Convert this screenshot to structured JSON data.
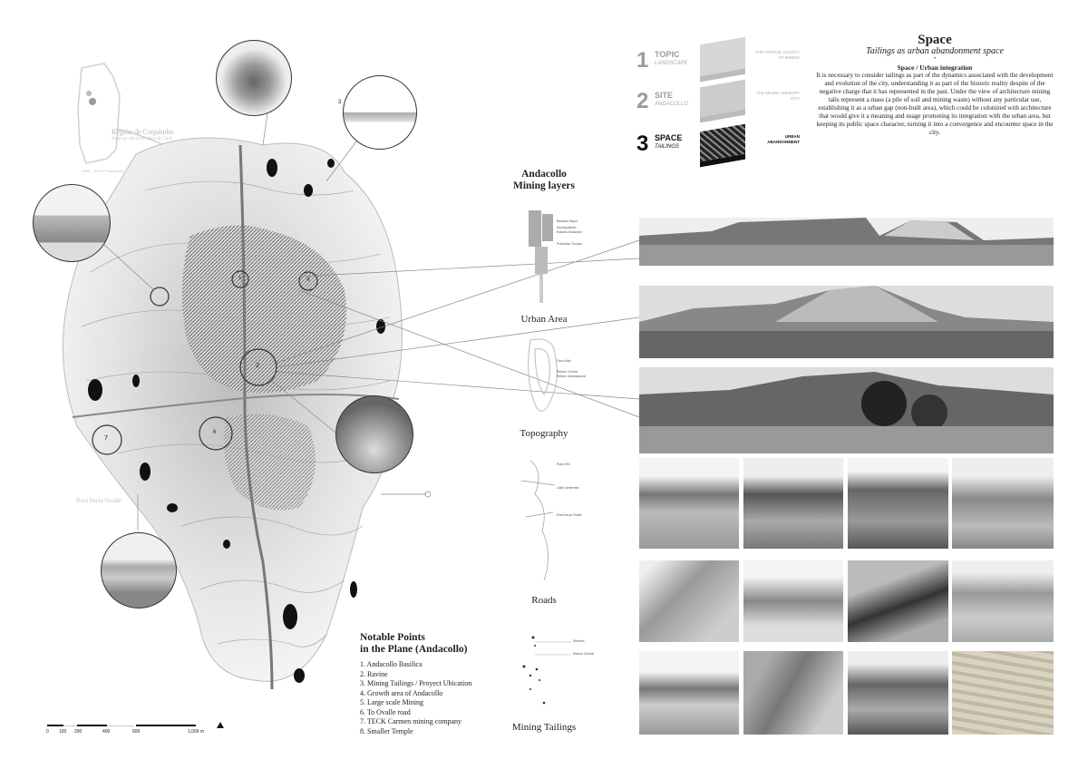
{
  "space_panel": {
    "title": "Space",
    "subtitle": "Tailings as urban abandonment space",
    "section_heading": "Space / Urban integration",
    "body": "It is necessary to consider tailings as part of the dynamics associated with the development and evolution of the city, understanding it as part of the historic reality despite of the negative charge that it has represented in the past. Under the view of architecture mining talis represent a mass (a pile of soil and mining waste) without any particular use, establishing it as a urban gap (non-built area), which could be colonized with architecture that would give it a meaning and usage promoting its integration with the urban area, but keeping its public space character, turning it into a convergence and encounter space in the city."
  },
  "topics": [
    {
      "num": "1",
      "title": "TOPIC",
      "sub": "LANDSCAPE",
      "right": "THE FATEFUL LEGACY OF MINING",
      "color": "#9a9a9a"
    },
    {
      "num": "2",
      "title": "SITE",
      "sub": "ANDACOLLO",
      "right": "THE MINING MEMORY CITY",
      "color": "#9a9a9a"
    },
    {
      "num": "3",
      "title": "SPACE",
      "sub": "TAILINGS",
      "right": "URBAN ABANDONMENT",
      "color": "#111111"
    }
  ],
  "layers": {
    "title_line1": "Andacollo",
    "title_line2": "Mining layers",
    "items": [
      {
        "label": "Urban Area",
        "annotations": [
          "Basílica Mayor",
          "Municipalidad",
          "Estadio Andacollo",
          "Población Tucapa"
        ]
      },
      {
        "label": "Topography",
        "annotations": [
          "Cerro Alto",
          "Relave Central",
          "Relave Internacional"
        ]
      },
      {
        "label": "Roads",
        "annotations": [
          "Ruta D51",
          "Calle Urmeneta",
          "Ruta hacia Ovalle"
        ]
      },
      {
        "label": "Mining Tailings",
        "annotations": [
          "Relaves",
          "Relave Central"
        ]
      }
    ]
  },
  "notable": {
    "title_line1": "Notable Points",
    "title_line2": "in the Plane (Andacollo)",
    "items": [
      "1. Andacollo Basilica",
      "2. Ravine",
      "3. Mining Tailings / Proyect Ubication",
      "4. Growth area of Andacollo",
      "5. Large scale Mining",
      "6. To Ovalle road",
      "7. TECK Carmen mining company",
      "8. Smaller Temple"
    ]
  },
  "region": {
    "title": "Región de Coquimbo",
    "subtitle": "Zona sur del norte chico de Chile",
    "coords": "1986 · 303.67° Sea Andes"
  },
  "map_labels": {
    "ovalle_route": "Ruta hacia Ovalle",
    "circle_3": "3",
    "circle_7": "7",
    "circle_1": "1",
    "circle_2": "2",
    "circle_4": "4",
    "circle_6": "6"
  },
  "scale": {
    "ticks": [
      "0",
      "100",
      "200",
      "400",
      "600",
      "1,000 m"
    ]
  }
}
